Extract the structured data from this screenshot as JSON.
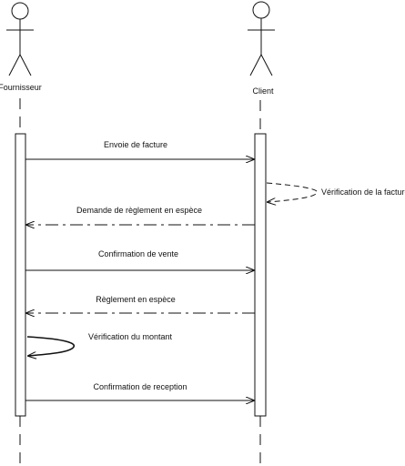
{
  "actors": [
    {
      "id": "fournisseur",
      "name": "Fournisseur"
    },
    {
      "id": "client",
      "name": "Client"
    }
  ],
  "messages": [
    {
      "id": "m1",
      "from": "fournisseur",
      "to": "client",
      "label": "Envoie de facture",
      "style": "solid"
    },
    {
      "id": "m2",
      "from": "client",
      "to": "client",
      "label": "Vérification de la facture",
      "style": "dashed-self"
    },
    {
      "id": "m3",
      "from": "client",
      "to": "fournisseur",
      "label": "Demande de règlement en espèce",
      "style": "dashed"
    },
    {
      "id": "m4",
      "from": "fournisseur",
      "to": "client",
      "label": "Confirmation de vente",
      "style": "solid"
    },
    {
      "id": "m5",
      "from": "client",
      "to": "fournisseur",
      "label": "Règlement en espèce",
      "style": "dashed"
    },
    {
      "id": "m6",
      "from": "fournisseur",
      "to": "fournisseur",
      "label": "Vérification du montant",
      "style": "solid-self"
    },
    {
      "id": "m7",
      "from": "fournisseur",
      "to": "client",
      "label": "Confirmation de reception",
      "style": "solid"
    }
  ],
  "colors": {
    "line": "#111111",
    "activation_fill": "#ffffff"
  }
}
